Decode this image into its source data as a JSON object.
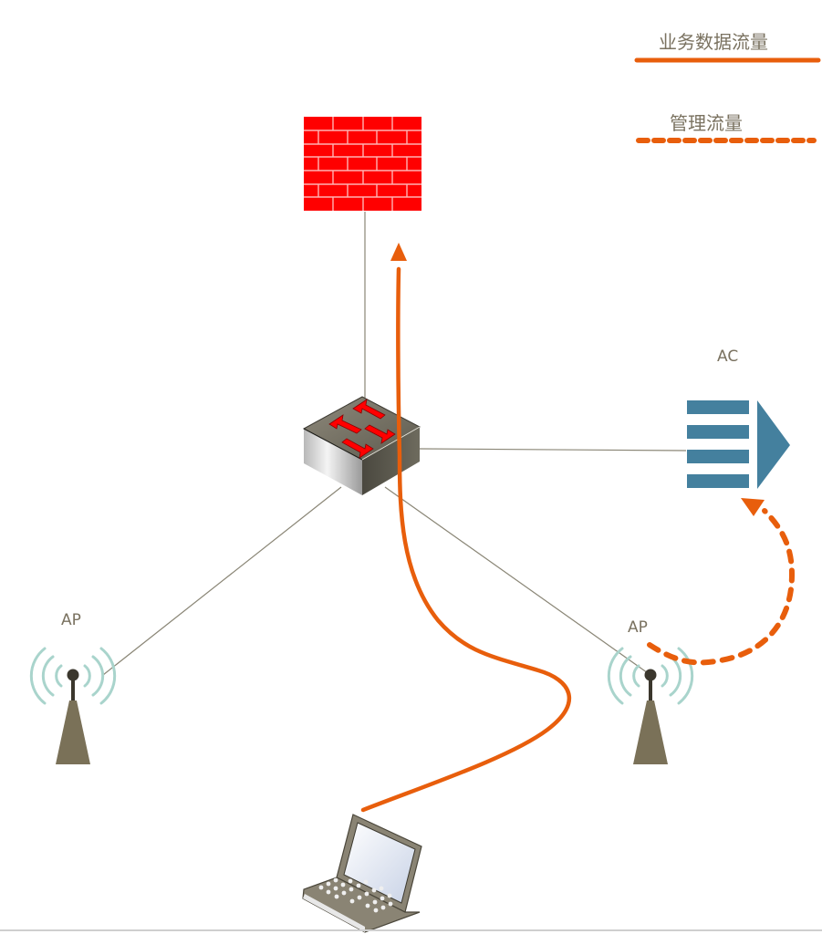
{
  "diagram": {
    "title": "",
    "legend": {
      "business_traffic": {
        "label": "业务数据流量",
        "style": "solid",
        "color": "#e85e0c"
      },
      "management_traffic": {
        "label": "管理流量",
        "style": "dashed",
        "color": "#e85e0c"
      }
    },
    "nodes": {
      "firewall": {
        "label": "",
        "icon": "firewall-icon",
        "color": "#ff0000"
      },
      "switch": {
        "label": "",
        "icon": "switch-icon"
      },
      "ac": {
        "label": "AC",
        "icon": "access-controller-icon",
        "color": "#44809e"
      },
      "ap_left": {
        "label": "AP",
        "icon": "wireless-ap-icon"
      },
      "ap_right": {
        "label": "AP",
        "icon": "wireless-ap-icon"
      },
      "laptop": {
        "label": "",
        "icon": "laptop-icon"
      }
    },
    "links": [
      {
        "from": "firewall",
        "to": "switch"
      },
      {
        "from": "switch",
        "to": "ac"
      },
      {
        "from": "switch",
        "to": "ap_left"
      },
      {
        "from": "switch",
        "to": "ap_right"
      }
    ],
    "flows": [
      {
        "type": "business_traffic",
        "path": [
          "laptop",
          "switch",
          "firewall"
        ]
      },
      {
        "type": "management_traffic",
        "path": [
          "ap_right",
          "ac"
        ]
      }
    ],
    "colors": {
      "link": "#8a8676",
      "flow": "#e85e0c",
      "label_text": "#7a7260",
      "ap_body": "#7a7158",
      "ap_waves": "#a9d4cc"
    }
  }
}
